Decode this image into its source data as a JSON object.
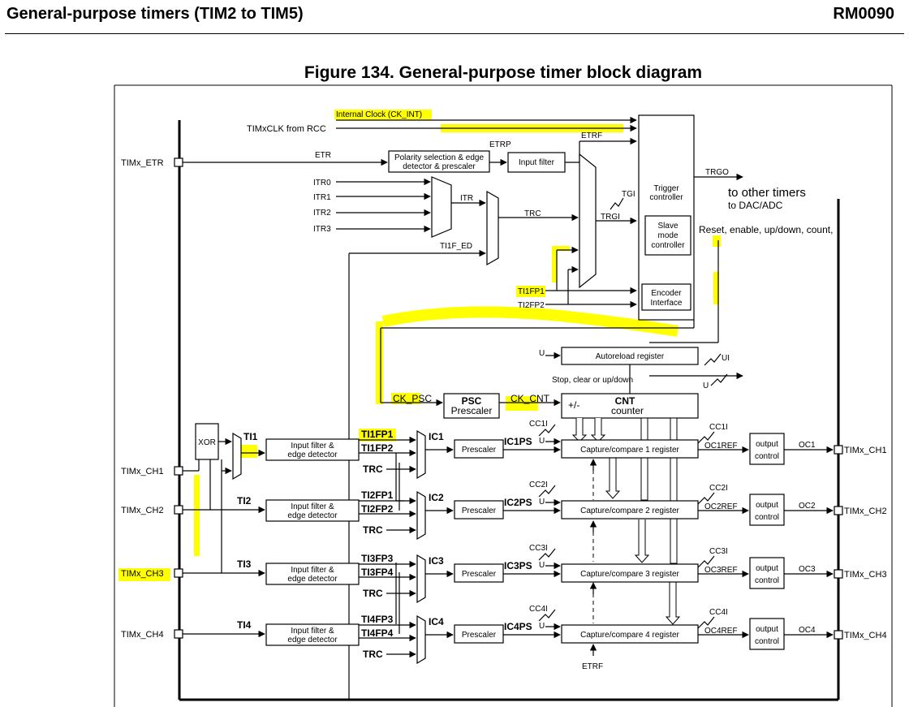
{
  "header": {
    "left": "General-purpose timers (TIM2 to TIM5)",
    "right": "RM0090"
  },
  "figure_title": "Figure 134. General-purpose timer block diagram",
  "top": {
    "internal_clock": "Internal Clock (CK_INT)",
    "timxclk": "TIMxCLK from RCC",
    "etr": "ETR",
    "etrp": "ETRP",
    "etrf": "ETRF",
    "polarity_line1": "Polarity selection & edge",
    "polarity_line2": "detector & prescaler",
    "input_filter": "Input filter",
    "itr0": "ITR0",
    "itr1": "ITR1",
    "itr2": "ITR2",
    "itr3": "ITR3",
    "itr": "ITR",
    "trc": "TRC",
    "ti1f_ed": "TI1F_ED",
    "tgi": "TGI",
    "trgi": "TRGI",
    "trgo": "TRGO",
    "ti1fp1": "TI1FP1",
    "ti2fp2": "TI2FP2",
    "trigger_line1": "Trigger",
    "trigger_line2": "controller",
    "slave_line1": "Slave",
    "slave_line2": "mode",
    "slave_line3": "controller",
    "encoder_line1": "Encoder",
    "encoder_line2": "Interface",
    "to_other_timers": "to other timers",
    "to_dac_adc": "to DAC/ADC",
    "reset_text": "Reset, enable, up/down, count,"
  },
  "counter": {
    "u_label": "U",
    "autoreload": "Autoreload register",
    "ui": "UI",
    "u2": "U",
    "stop_clear": "Stop, clear or up/down",
    "ck_psc": "CK_PSC",
    "psc": "PSC",
    "prescaler": "Prescaler",
    "ck_cnt": "CK_CNT",
    "plus_minus": "+/-",
    "cnt": "CNT",
    "counter_text": "counter"
  },
  "inputs": {
    "xor": "XOR",
    "pins_left": [
      "TIMx_ETR",
      "TIMx_CH1",
      "TIMx_CH2",
      "TIMx_CH3",
      "TIMx_CH4"
    ],
    "ti_labels": [
      "TI1",
      "TI2",
      "TI3",
      "TI4"
    ],
    "filter_line1": "Input filter &",
    "filter_line2": "edge detector",
    "fp_labels": [
      [
        "TI1FP1",
        "TI1FP2"
      ],
      [
        "TI2FP1",
        "TI2FP2"
      ],
      [
        "TI3FP3",
        "TI3FP4"
      ],
      [
        "TI4FP3",
        "TI4FP4"
      ]
    ],
    "trc": "TRC",
    "ic_labels": [
      "IC1",
      "IC2",
      "IC3",
      "IC4"
    ],
    "prescaler": "Prescaler",
    "icps_labels": [
      "IC1PS",
      "IC2PS",
      "IC3PS",
      "IC4PS"
    ],
    "u_label": "U",
    "cc_flags": [
      "CC1I",
      "CC2I",
      "CC3I",
      "CC4I"
    ],
    "cc_out_flags": [
      "CC1I",
      "CC2I",
      "CC3I",
      "CC4I"
    ],
    "cc_registers": [
      "Capture/compare 1 register",
      "Capture/compare 2 register",
      "Capture/compare 3 register",
      "Capture/compare 4 register"
    ],
    "ocref_labels": [
      "OC1REF",
      "OC2REF",
      "OC3REF",
      "OC4REF"
    ],
    "output_line1": "output",
    "output_line2": "control",
    "oc_labels": [
      "OC1",
      "OC2",
      "OC3",
      "OC4"
    ],
    "pins_right": [
      "TIMx_CH1",
      "TIMx_CH2",
      "TIMx_CH3",
      "TIMx_CH4"
    ],
    "etrf_bottom": "ETRF"
  },
  "colors": {
    "highlight": "#ffff00",
    "line": "#000000"
  }
}
